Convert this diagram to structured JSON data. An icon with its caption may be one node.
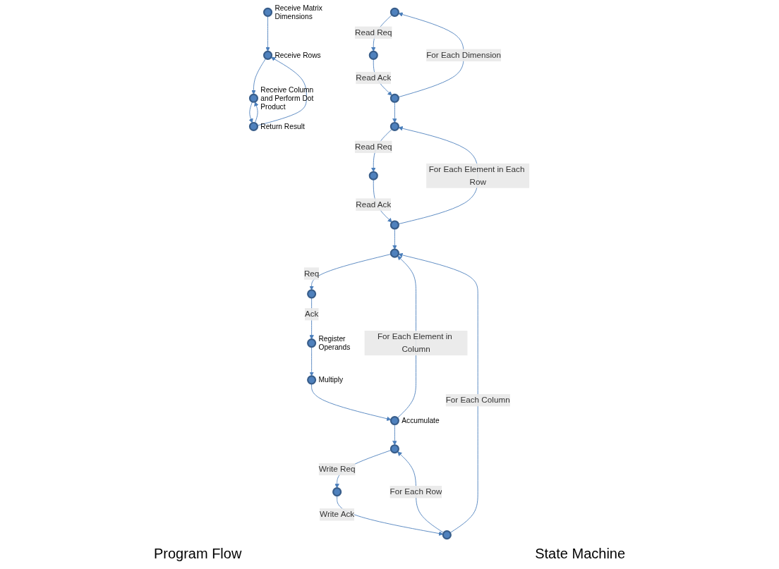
{
  "diagram": {
    "nodes": [
      {
        "text": [],
        "shape": "circle",
        "beside": [
          "Receive  Matrix Dimensions"
        ]
      },
      {
        "text": [],
        "shape": "circle",
        "beside": [
          "Receive Rows"
        ]
      },
      {
        "text": [],
        "shape": "circle",
        "beside": [
          "Receive Column and Perform Dot Product"
        ]
      },
      {
        "text": [],
        "shape": "circle",
        "beside": [
          "Return Result"
        ]
      },
      {
        "text": [],
        "shape": "circle"
      },
      {
        "text": [],
        "shape": "circle"
      },
      {
        "text": [],
        "shape": "circle"
      },
      {
        "text": [],
        "shape": "circle"
      },
      {
        "text": [],
        "shape": "circle"
      },
      {
        "text": [],
        "shape": "circle"
      },
      {
        "text": [],
        "shape": "circle"
      },
      {
        "text": [],
        "shape": "circle"
      },
      {
        "text": [],
        "shape": "circle",
        "beside": [
          "Register Operands"
        ]
      },
      {
        "text": [],
        "shape": "circle",
        "beside": [
          "Multiply"
        ]
      },
      {
        "text": [],
        "shape": "circle",
        "beside": [
          "Accumulate"
        ]
      },
      {
        "text": [],
        "shape": "circle"
      },
      {
        "text": [],
        "shape": "circle"
      },
      {
        "text": [],
        "shape": "circle"
      }
    ],
    "edges": [
      {
        "from": 0,
        "to": 1,
        "arrow": "to"
      },
      {
        "from": 1,
        "to": 2,
        "arrow": "to"
      },
      {
        "from": 2,
        "to": 3,
        "arrow": "to"
      },
      {
        "from": 3,
        "to": 2,
        "arrow": "to"
      },
      {
        "from": 3,
        "to": 1,
        "arrow": "to"
      },
      {
        "from": 4,
        "to": 5,
        "arrow": "to",
        "label": "Read Req"
      },
      {
        "from": 5,
        "to": 6,
        "arrow": "to",
        "label": "Read Ack"
      },
      {
        "from": 6,
        "to": 4,
        "arrow": "to",
        "label": "For Each Dimension"
      },
      {
        "from": 6,
        "to": 7,
        "arrow": "to"
      },
      {
        "from": 7,
        "to": 8,
        "arrow": "to",
        "label": "Read Req"
      },
      {
        "from": 8,
        "to": 9,
        "arrow": "to",
        "label": "Read Ack"
      },
      {
        "from": 9,
        "to": 7,
        "arrow": "to",
        "label": "For Each Element in Each Row"
      },
      {
        "from": 9,
        "to": 10,
        "arrow": "to"
      },
      {
        "from": 10,
        "to": 11,
        "arrow": "to",
        "label": "Req"
      },
      {
        "from": 11,
        "to": 12,
        "arrow": "to",
        "label": "Ack"
      },
      {
        "from": 12,
        "to": 13,
        "arrow": "to"
      },
      {
        "from": 13,
        "to": 14,
        "arrow": "to"
      },
      {
        "from": 14,
        "to": 10,
        "arrow": "to",
        "label": "For Each Element in Column"
      },
      {
        "from": 14,
        "to": 15,
        "arrow": "to"
      },
      {
        "from": 15,
        "to": 16,
        "arrow": "to",
        "label": "Write Req"
      },
      {
        "from": 16,
        "to": 17,
        "arrow": "to",
        "label": "Write Ack"
      },
      {
        "from": 17,
        "to": 15,
        "arrow": "to",
        "label": "For Each Row"
      },
      {
        "from": 17,
        "to": 10,
        "arrow": "to",
        "label": "For Each Column"
      }
    ],
    "labels": [
      "Program Flow",
      "State Machine"
    ]
  }
}
